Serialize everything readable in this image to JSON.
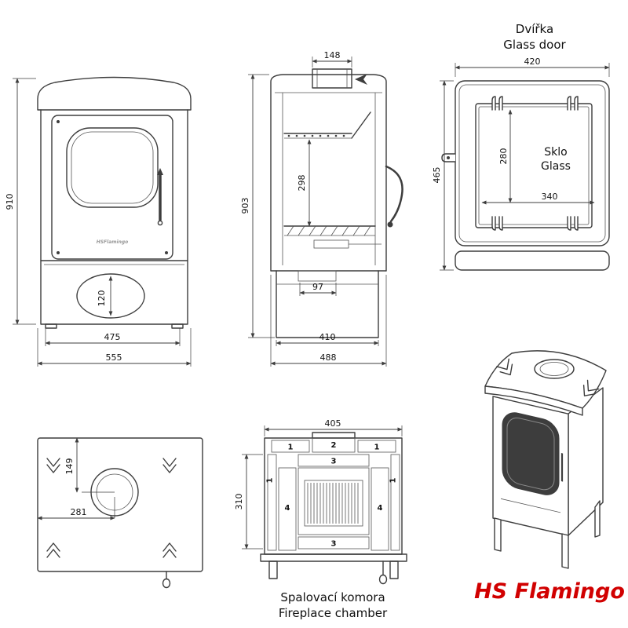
{
  "brand": {
    "name": "HS Flamingo",
    "color": "#d10000"
  },
  "captions": {
    "glass_door_cs": "Dvířka",
    "glass_door_en": "Glass door",
    "glass_cs": "Sklo",
    "glass_en": "Glass",
    "chamber_cs": "Spalovací komora",
    "chamber_en": "Fireplace chamber"
  },
  "front_view": {
    "dim_height": "910",
    "dim_inner_width": "475",
    "dim_width": "555",
    "dim_ash_oval": "120",
    "door_logo": "HSFlamingo"
  },
  "side_view": {
    "dim_flue_width": "148",
    "dim_height": "903",
    "dim_firebox_height": "298",
    "dim_grate": "97",
    "dim_inner_depth": "410",
    "dim_depth": "488"
  },
  "glass_door": {
    "dim_width": "420",
    "dim_height": "465",
    "dim_glass_height": "280",
    "dim_glass_width": "340"
  },
  "top_view": {
    "dim_flue_from_top": "149",
    "dim_flue_from_left": "281"
  },
  "chamber": {
    "dim_width": "405",
    "dim_height": "310",
    "part_1": "1",
    "part_2": "2",
    "part_3": "3",
    "part_4": "4"
  },
  "colors": {
    "line": "#3d3d3d"
  }
}
